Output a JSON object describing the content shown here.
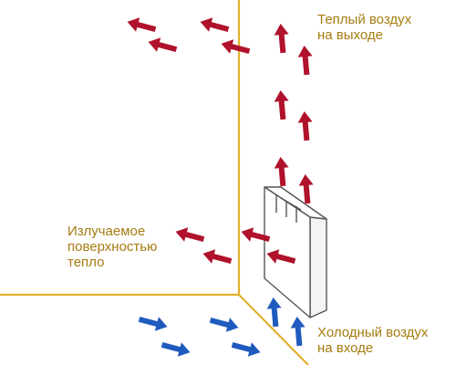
{
  "labels": {
    "warm_air_outlet": {
      "line1": "Теплый воздух",
      "line2": "на выходе"
    },
    "radiant_heat": {
      "line1": "Излучаемое",
      "line2": "поверхностью",
      "line3": "тепло"
    },
    "cold_air_inlet": {
      "line1": "Холодный воздух",
      "line2": "на входе"
    }
  },
  "colors": {
    "wall_line": "#e2b02c",
    "label_text": "#a57c10",
    "warm_arrow": "#b0122b",
    "cold_arrow": "#1f5bbf",
    "radiator_outline": "#555555",
    "radiator_side": "#f4f4f4"
  },
  "icons": {
    "warm": "red-arrow-icon",
    "cold": "blue-arrow-icon"
  }
}
